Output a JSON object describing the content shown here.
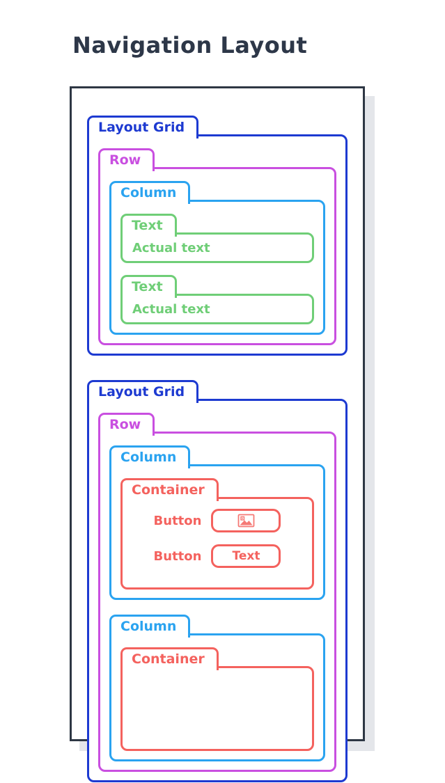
{
  "page": {
    "title": "Navigation Layout"
  },
  "colors": {
    "frame_border": "#2e3744",
    "shadow": "#e4e6ea",
    "layout_grid": "#1d3ad1",
    "row": "#c94fe0",
    "column": "#2aa3f0",
    "text": "#6fce77",
    "container": "#f4625e",
    "title": "#2d3748"
  },
  "sections": [
    {
      "grid_label": "Layout Grid",
      "row_label": "Row",
      "column_label": "Column",
      "text_blocks": [
        {
          "label": "Text",
          "content": "Actual text"
        },
        {
          "label": "Text",
          "content": "Actual text"
        }
      ]
    },
    {
      "grid_label": "Layout Grid",
      "row_label": "Row",
      "columns": [
        {
          "label": "Column",
          "container_label": "Container",
          "buttons": [
            {
              "label": "Button",
              "content_icon": "image-icon"
            },
            {
              "label": "Button",
              "content_text": "Text"
            }
          ]
        },
        {
          "label": "Column",
          "container_label": "Container"
        }
      ]
    }
  ]
}
